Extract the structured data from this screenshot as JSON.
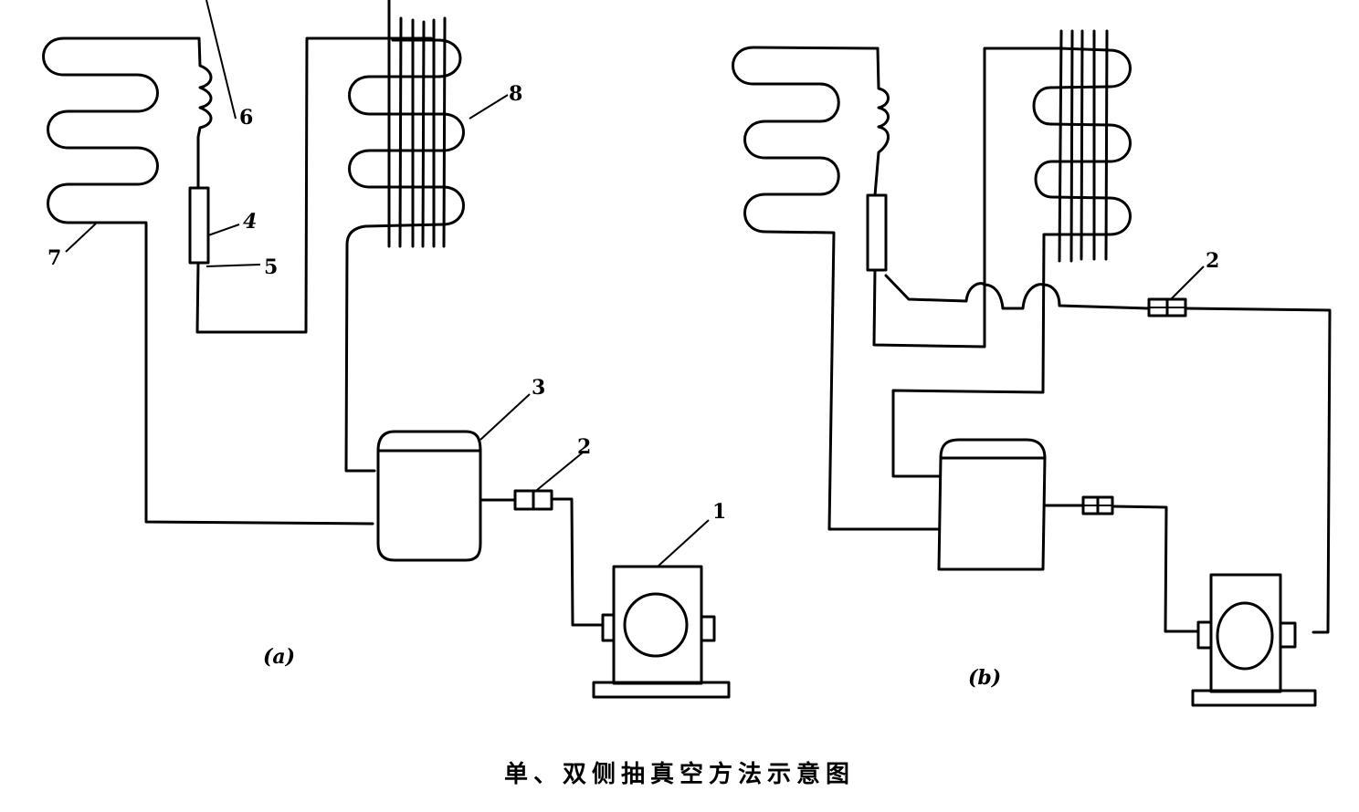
{
  "caption": "单、双侧抽真空方法示意图",
  "panels": [
    {
      "id": "a",
      "sublabel": "(a)",
      "callouts": [
        "1",
        "2",
        "3",
        "4",
        "5",
        "6",
        "7",
        "8"
      ]
    },
    {
      "id": "b",
      "sublabel": "(b)",
      "callouts": [
        "2"
      ]
    }
  ],
  "components": {
    "1": "vacuum-pump",
    "2": "connector-fitting",
    "3": "compressor",
    "4": "dryer-filter",
    "5": "process-tube",
    "6": "capillary-tube",
    "7": "evaporator",
    "8": "condenser"
  }
}
